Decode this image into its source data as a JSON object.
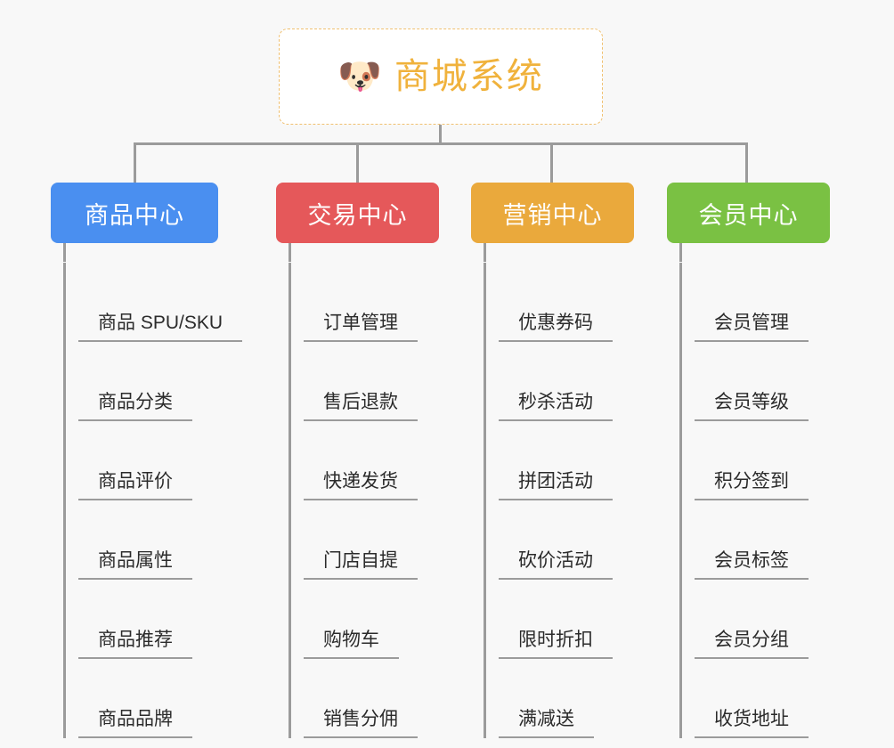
{
  "diagram": {
    "type": "org-chart",
    "background_color": "#f8f8f8",
    "connector_color": "#9b9b9b",
    "root": {
      "icon": "dog-face-emoji",
      "icon_glyph": "🐶",
      "title": "商城系统",
      "text_color": "#f0b23c",
      "border_color": "#f0c070",
      "background_color": "#ffffff"
    },
    "categories": [
      {
        "label": "商品中心",
        "color": "#4a8ff0",
        "items": [
          "商品 SPU/SKU",
          "商品分类",
          "商品评价",
          "商品属性",
          "商品推荐",
          "商品品牌"
        ]
      },
      {
        "label": "交易中心",
        "color": "#e5585a",
        "items": [
          "订单管理",
          "售后退款",
          "快递发货",
          "门店自提",
          "购物车",
          "销售分佣"
        ]
      },
      {
        "label": "营销中心",
        "color": "#eaa93c",
        "items": [
          "优惠券码",
          "秒杀活动",
          "拼团活动",
          "砍价活动",
          "限时折扣",
          "满减送"
        ]
      },
      {
        "label": "会员中心",
        "color": "#7ac143",
        "items": [
          "会员管理",
          "会员等级",
          "积分签到",
          "会员标签",
          "会员分组",
          "收货地址"
        ]
      }
    ]
  }
}
